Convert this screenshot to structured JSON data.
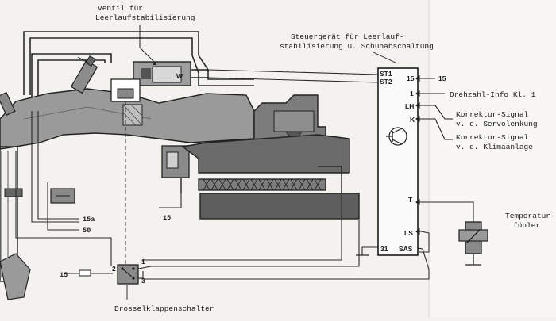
{
  "labels": {
    "idle_valve_title_1": "Ventil für",
    "idle_valve_title_2": "Leerlaufstabilisierung",
    "ecu_title_1": "Steuergerät für Leerlauf-",
    "ecu_title_2": "stabilisierung u. Schubabschaltung",
    "rpm_info": "Drehzahl-Info Kl. 1",
    "power_steering_1": "Korrektur-Signal",
    "power_steering_2": "v. d. Servolenkung",
    "ac_signal_1": "Korrektur-Signal",
    "ac_signal_2": "v. d. Klimaanlage",
    "temp_sensor_1": "Temperatur-",
    "temp_sensor_2": "fühler",
    "throttle_switch": "Drosselklappenschalter"
  },
  "ecu_pins": {
    "st1": "ST1",
    "st2": "ST2",
    "p15": "15",
    "p1": "1",
    "lh": "LH",
    "k": "K",
    "t": "T",
    "ls": "LS",
    "p31": "31",
    "sas": "SAS"
  },
  "wire_labels": {
    "ext_15": "15",
    "wire_15a": "15a",
    "wire_50": "50",
    "wire_15_mid": "15",
    "wire_15_left": "15"
  },
  "switch_pins": {
    "p1": "1",
    "p2": "2",
    "p3": "3"
  },
  "valve_mark": "W"
}
